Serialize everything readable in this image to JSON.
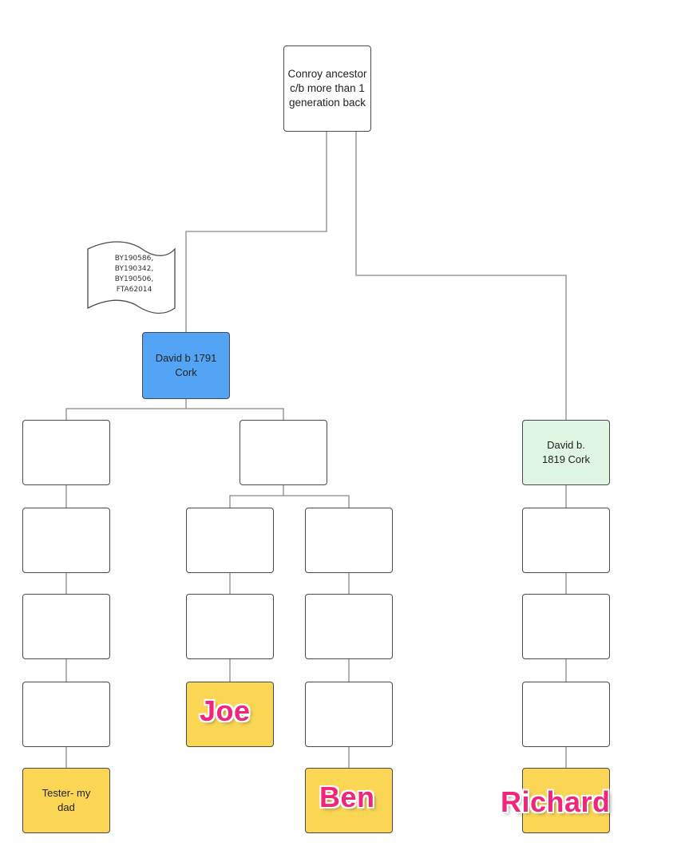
{
  "root": {
    "label": "Conroy ancestor c/b more than 1 generation back"
  },
  "note": {
    "lines": "BY190586,\nBY190342,\nBY190506,\nFTA62014"
  },
  "david_1791": {
    "label": "David b 1791 Cork"
  },
  "david_1819": {
    "label": "David b. 1819 Cork"
  },
  "tester": {
    "label": "Tester- my dad"
  },
  "callouts": {
    "joe": "Joe",
    "ben": "Ben",
    "richard": "Richard"
  },
  "colors": {
    "david_1791_fill": "#53a4f4",
    "david_1819_fill": "#dff6e3",
    "tester_fill": "#fbd655",
    "line": "#888888",
    "callout_text": "#f0267a"
  }
}
